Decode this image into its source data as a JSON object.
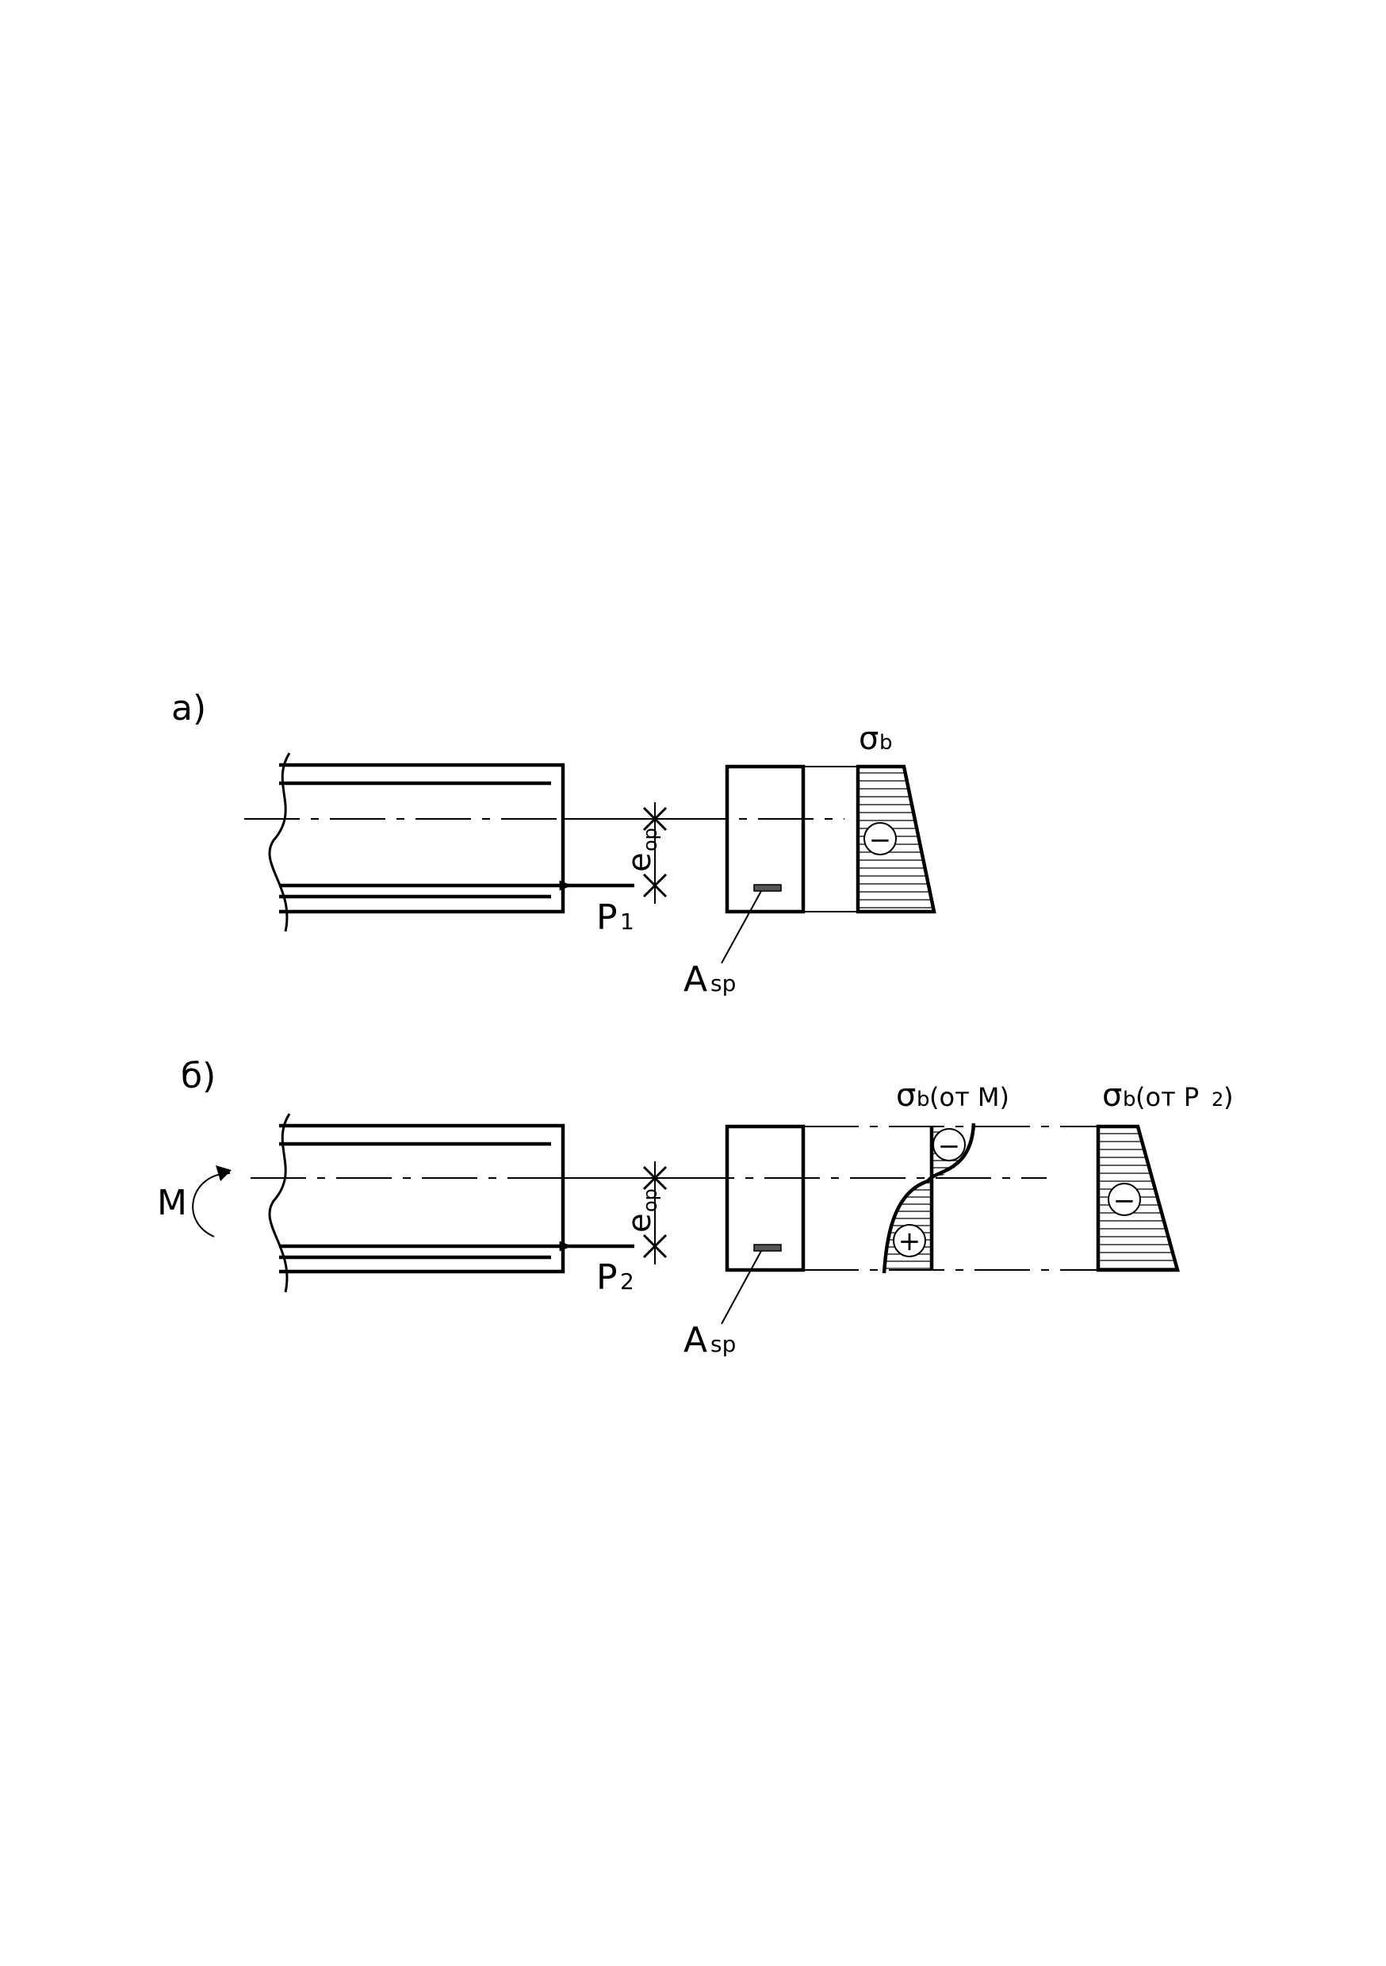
{
  "panel_a": {
    "label": "а)",
    "force": "P",
    "force_index": "1",
    "ecc_label": "e",
    "ecc_sub": "op",
    "area_label": "A",
    "area_sub": "sp",
    "stress_label": "σ",
    "stress_sub": "b",
    "stress_sign": "−"
  },
  "panel_b": {
    "label": "б)",
    "moment": "M",
    "force": "P",
    "force_index": "2",
    "ecc_label": "e",
    "ecc_sub": "op",
    "area_label": "A",
    "area_sub": "sp",
    "stress_m_label": "σ",
    "stress_m_sub": "b",
    "stress_m_note": "(от  М)",
    "stress_m_sign_top": "−",
    "stress_m_sign_bottom": "+",
    "stress_p_label": "σ",
    "stress_p_sub": "b",
    "stress_p_note": "(от  P",
    "stress_p_note_sub": "2",
    "stress_p_note_close": ")",
    "stress_p_sign": "−"
  }
}
